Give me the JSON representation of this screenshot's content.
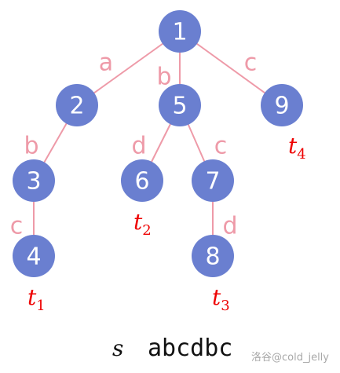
{
  "diagram": {
    "type": "trie",
    "nodes": [
      {
        "id": "1",
        "label": "1"
      },
      {
        "id": "2",
        "label": "2"
      },
      {
        "id": "5",
        "label": "5"
      },
      {
        "id": "9",
        "label": "9"
      },
      {
        "id": "3",
        "label": "3"
      },
      {
        "id": "6",
        "label": "6"
      },
      {
        "id": "7",
        "label": "7"
      },
      {
        "id": "4",
        "label": "4"
      },
      {
        "id": "8",
        "label": "8"
      }
    ],
    "edges": [
      {
        "from": "1",
        "to": "2",
        "label": "a"
      },
      {
        "from": "1",
        "to": "5",
        "label": "b"
      },
      {
        "from": "1",
        "to": "9",
        "label": "c"
      },
      {
        "from": "2",
        "to": "3",
        "label": "b"
      },
      {
        "from": "5",
        "to": "6",
        "label": "d"
      },
      {
        "from": "5",
        "to": "7",
        "label": "c"
      },
      {
        "from": "3",
        "to": "4",
        "label": "c"
      },
      {
        "from": "7",
        "to": "8",
        "label": "d"
      }
    ],
    "terminals": [
      {
        "node": "4",
        "base": "t",
        "sub": "1"
      },
      {
        "node": "6",
        "base": "t",
        "sub": "2"
      },
      {
        "node": "8",
        "base": "t",
        "sub": "3"
      },
      {
        "node": "9",
        "base": "t",
        "sub": "4"
      }
    ]
  },
  "string": {
    "var": "s",
    "text": "abcdbc"
  },
  "watermark": "洛谷@cold_jelly",
  "colors": {
    "node_fill": "#6a7fd0",
    "node_text": "#ffffff",
    "edge": "#ee9aa8",
    "terminal": "#ee0000"
  }
}
